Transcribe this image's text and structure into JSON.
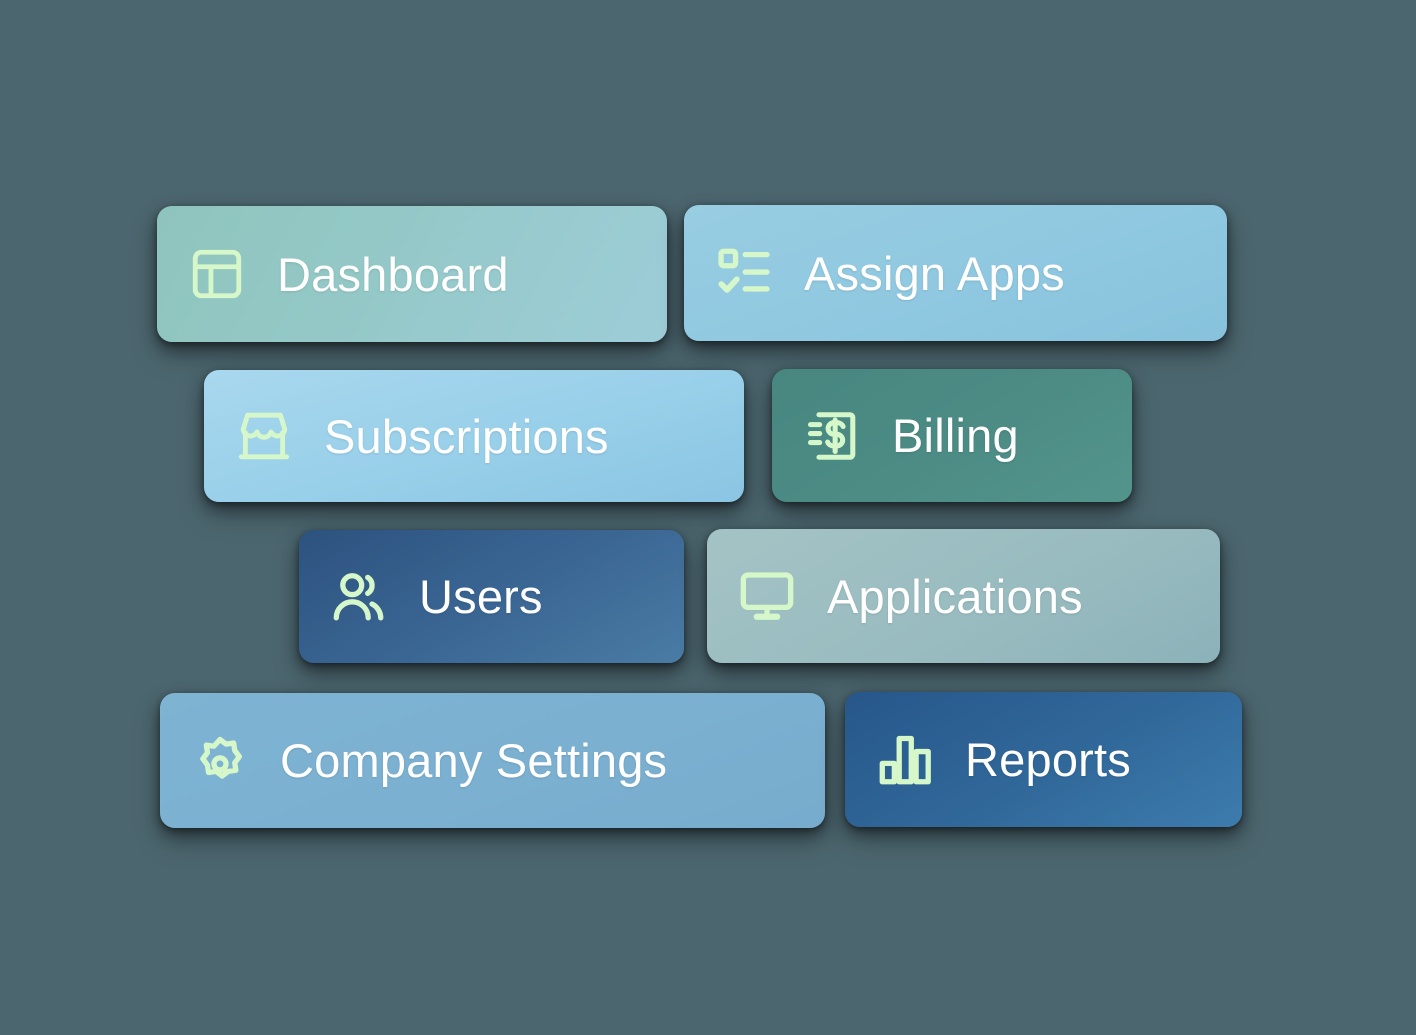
{
  "page": {
    "background_color": "#4c666f",
    "icon_color": "#d5f7c9",
    "label_color": "#ffffff"
  },
  "nav": {
    "buttons": [
      {
        "id": "dashboard",
        "label": "Dashboard",
        "icon": "layout-dashboard-icon",
        "row": 1,
        "column": 1,
        "gradient_from": "#8fc4bd",
        "gradient_to": "#9dcdd8"
      },
      {
        "id": "assign-apps",
        "label": "Assign Apps",
        "icon": "list-checks-icon",
        "row": 1,
        "column": 2,
        "gradient_from": "#98cde2",
        "gradient_to": "#87c2dc"
      },
      {
        "id": "subscriptions",
        "label": "Subscriptions",
        "icon": "store-icon",
        "row": 2,
        "column": 1,
        "gradient_from": "#a8d8ee",
        "gradient_to": "#8ac5e3"
      },
      {
        "id": "billing",
        "label": "Billing",
        "icon": "receipt-dollar-icon",
        "row": 2,
        "column": 2,
        "gradient_from": "#478780",
        "gradient_to": "#53958c"
      },
      {
        "id": "users",
        "label": "Users",
        "icon": "users-icon",
        "row": 3,
        "column": 1,
        "gradient_from": "#2d5280",
        "gradient_to": "#4a7ca5"
      },
      {
        "id": "applications",
        "label": "Applications",
        "icon": "monitor-icon",
        "row": 3,
        "column": 2,
        "gradient_from": "#a4c3c5",
        "gradient_to": "#8cb2b9"
      },
      {
        "id": "company-settings",
        "label": "Company Settings",
        "icon": "gear-icon",
        "row": 4,
        "column": 1,
        "gradient_from": "#7eb3d2",
        "gradient_to": "#78accd"
      },
      {
        "id": "reports",
        "label": "Reports",
        "icon": "bar-chart-icon",
        "row": 4,
        "column": 2,
        "gradient_from": "#27578a",
        "gradient_to": "#3d7cad"
      }
    ]
  }
}
